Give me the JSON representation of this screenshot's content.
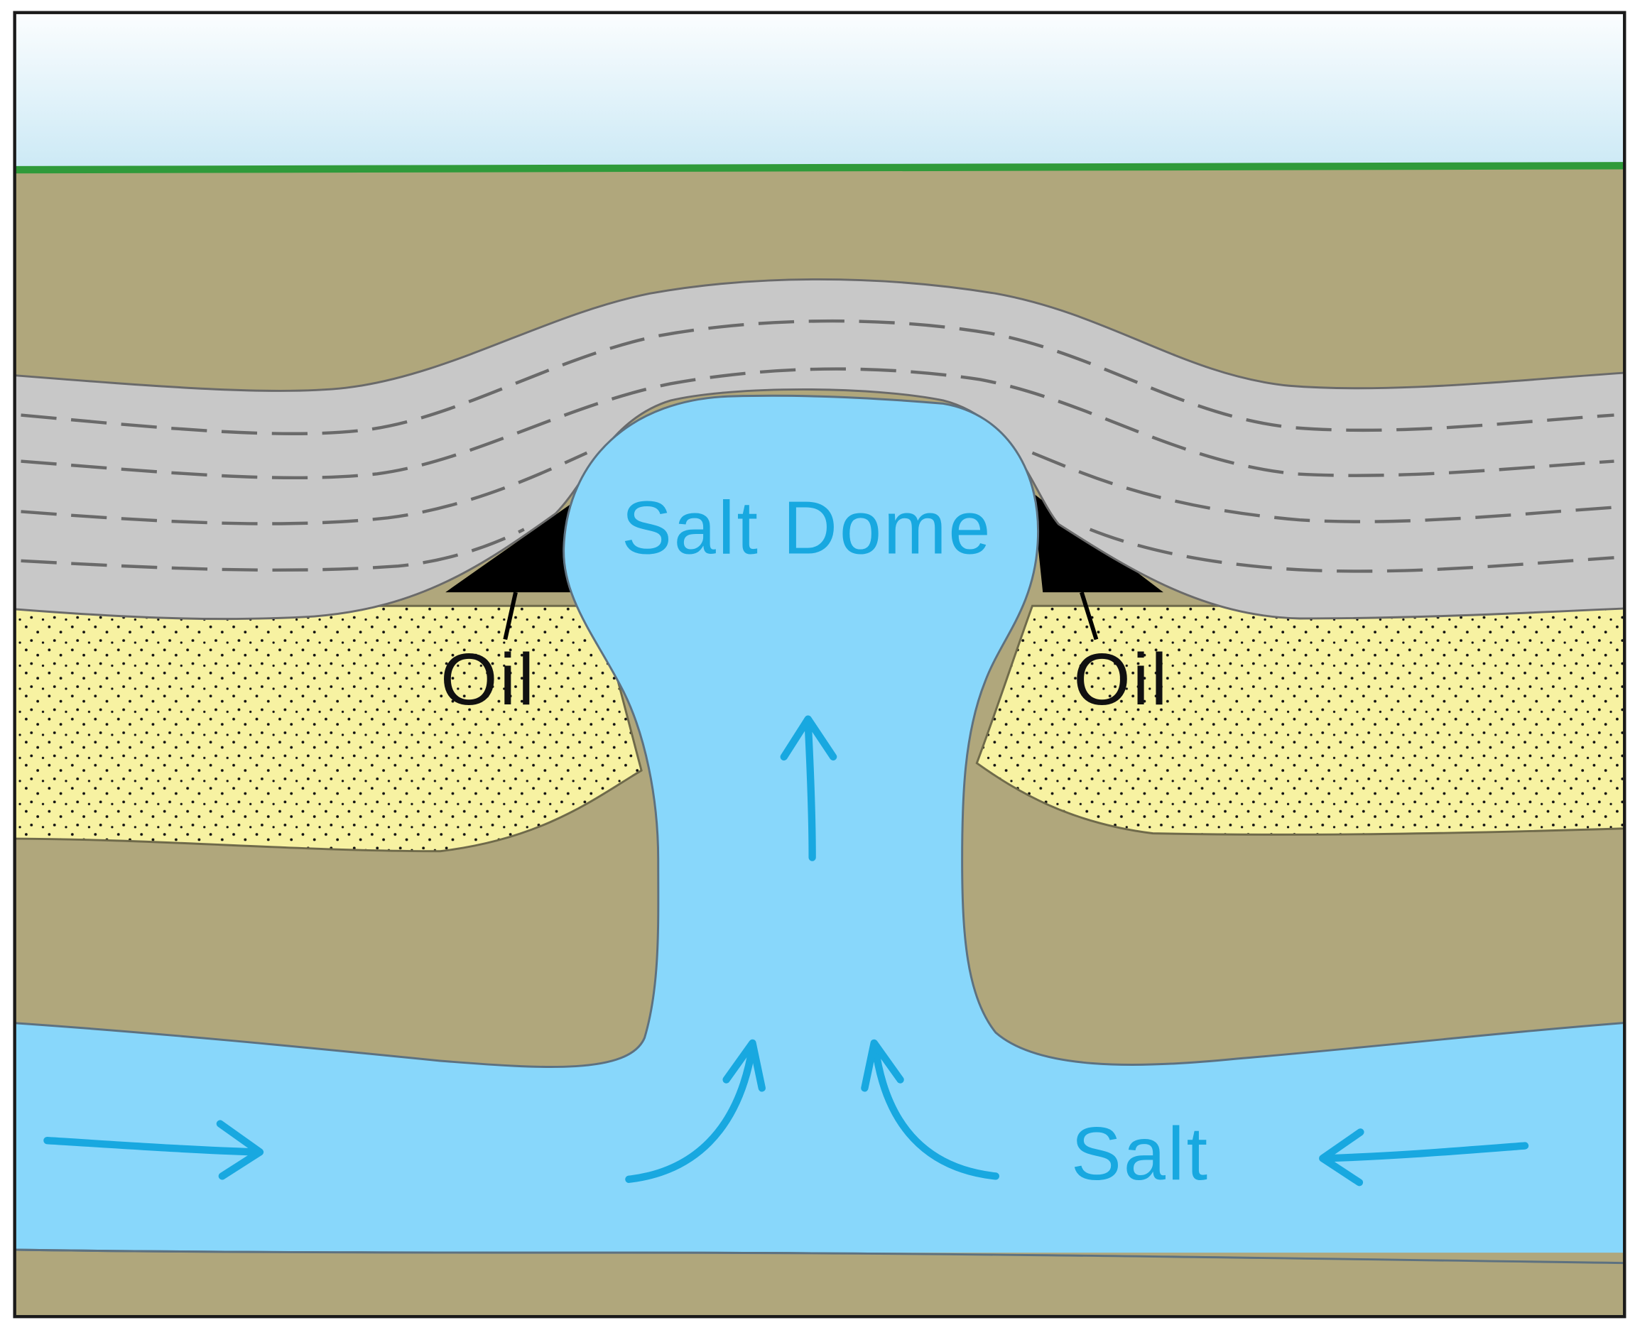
{
  "labels": {
    "salt_dome": "Salt Dome",
    "oil_left": "Oil",
    "oil_right": "Oil",
    "salt": "Salt"
  },
  "colors": {
    "sky_top": "#ffffff",
    "sky_bottom": "#c9e8f5",
    "grass": "#2f9a3a",
    "rock": "#b0a77c",
    "cap_rock": "#c8c8c8",
    "sandstone": "#f7f2a2",
    "salt": "#88d7fb",
    "salt_label": "#18a8e0",
    "oil": "#000000",
    "oil_label": "#111111",
    "frame": "#1a1a1a"
  },
  "icons": [
    "arrow-right-icon",
    "arrow-left-icon",
    "arrow-up-icon",
    "curved-arrow-icon"
  ]
}
